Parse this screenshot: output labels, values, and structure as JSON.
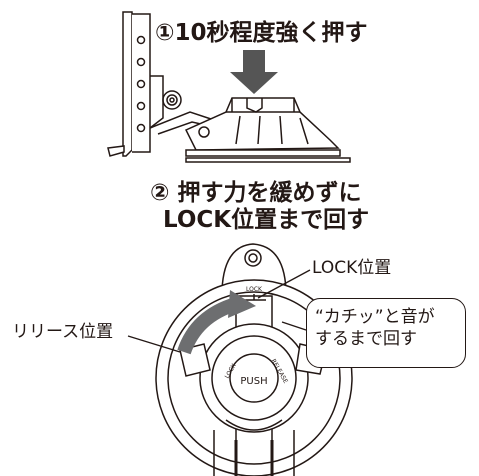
{
  "steps": {
    "step1": "①10秒程度強く押す",
    "step2_line1": "② 押す力を緩めずに",
    "step2_line2": "LOCK位置まで回す"
  },
  "labels": {
    "lock_position": "LOCK位置",
    "release_position": "リリース位置",
    "click_sound_line1": "“カチッ”と音が",
    "click_sound_line2": "するまで回す",
    "knob_lock_small": "LOCK",
    "knob_push": "PUSH",
    "knob_lock_side": "LOCK",
    "knob_release_side": "RELEASE"
  },
  "colors": {
    "ink": "#231815",
    "arrow_gray": "#6d6e70",
    "arrow_dark": "#555555"
  }
}
